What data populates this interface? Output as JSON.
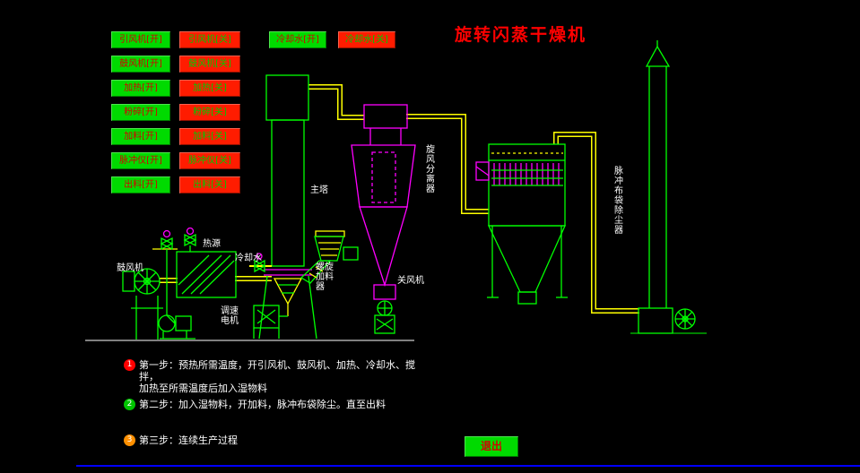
{
  "title": "旋转闪蒸干燥机",
  "buttons": {
    "on": [
      "引风机[开]",
      "鼓风机[开]",
      "加热[开]",
      "粉碎[开]",
      "加料[开]",
      "脉冲仪[开]",
      "出料[开]"
    ],
    "off": [
      "引风机[关]",
      "鼓风机[关]",
      "加热[关]",
      "粉碎[关]",
      "加料[关]",
      "脉冲仪[关]",
      "出料[关]"
    ],
    "cooling_on": "冷却水[开]",
    "cooling_off": "冷却水[关]",
    "exit": "退出"
  },
  "labels": {
    "main_tower": "主塔",
    "cyclone": "旋风分离器",
    "bag_filter": "脉冲布袋除尘器",
    "blower": "鼓风机",
    "heat_source": "热源",
    "cooling_water": "冷却水",
    "speed_motor": "调速电机",
    "screw_feeder": "螺旋加料器",
    "discharge_fan": "关风机"
  },
  "steps": [
    {
      "num": "1",
      "lines": [
        "第一步：预热所需温度，开引风机、鼓风机、加热、冷却水、搅",
        "拌，",
        "加热至所需温度后加入湿物料"
      ]
    },
    {
      "num": "2",
      "lines": [
        "第二步：加入湿物料，开加料，脉冲布袋除尘。直至出料"
      ]
    },
    {
      "num": "3",
      "lines": [
        "第三步：连续生产过程"
      ]
    }
  ],
  "colors": {
    "button_on_bg": "#00da00",
    "button_on_text": "#d40000",
    "button_off_bg": "#ff1c00",
    "button_off_text": "#00c800",
    "title_text": "#ff0000",
    "pipe": "#ffff00",
    "equipment_green": "#00ff00",
    "equipment_magenta": "#ff00ff",
    "label_text": "#ffffff",
    "step1_badge": "#ff0000",
    "step2_badge": "#00c400",
    "step3_badge": "#ff9000",
    "bottom_bar": "#0000ff",
    "background": "#000000"
  }
}
